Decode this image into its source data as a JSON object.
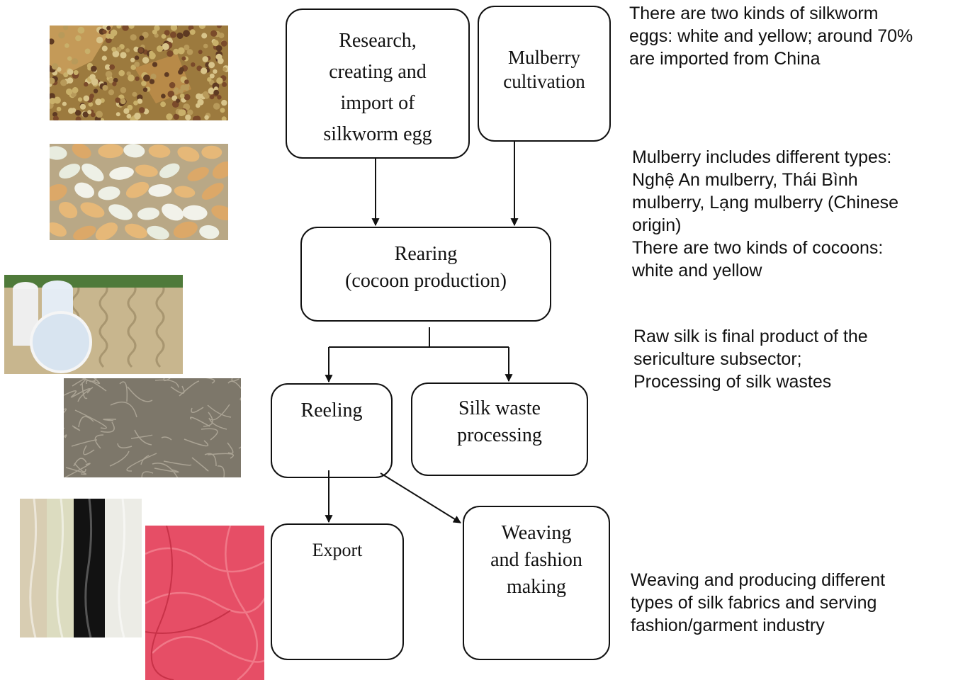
{
  "boxes": {
    "research": [
      "Research,",
      "creating and",
      "import of",
      "silkworm egg"
    ],
    "mulberry": [
      "Mulberry",
      "cultivation"
    ],
    "rearing": [
      "Rearing",
      "(cocoon production)"
    ],
    "reeling": [
      "Reeling"
    ],
    "silk_waste": [
      "Silk waste",
      "processing"
    ],
    "export": [
      "Export"
    ],
    "weaving": [
      "Weaving",
      "and fashion",
      "making"
    ]
  },
  "notes": {
    "eggs": [
      "There are two kinds of silkworm",
      "eggs: white and yellow; around 70%",
      "are imported from China"
    ],
    "mulberry_cocoons": [
      "Mulberry includes different types:",
      "Nghệ An mulberry, Thái Bình",
      "mulberry, Lạng mulberry (Chinese",
      "origin)",
      "There are two kinds of cocoons:",
      "white and yellow"
    ],
    "raw_silk": [
      "Raw silk is final product of the",
      "sericulture subsector;",
      "Processing of silk wastes"
    ],
    "weaving": [
      "Weaving and producing different",
      "types of silk fabrics and serving",
      "fashion/garment industry"
    ]
  },
  "colors": {
    "stroke": "#111111",
    "eggs_photo": "#a07838",
    "cocoons_photo": "#c8b48c",
    "yarn_photo": "#bfae88",
    "silk_waste_photo": "#8e8878",
    "fabric_rolls_photo": "#d8d2c0",
    "pink_fabric_photo": "#e84a62"
  }
}
